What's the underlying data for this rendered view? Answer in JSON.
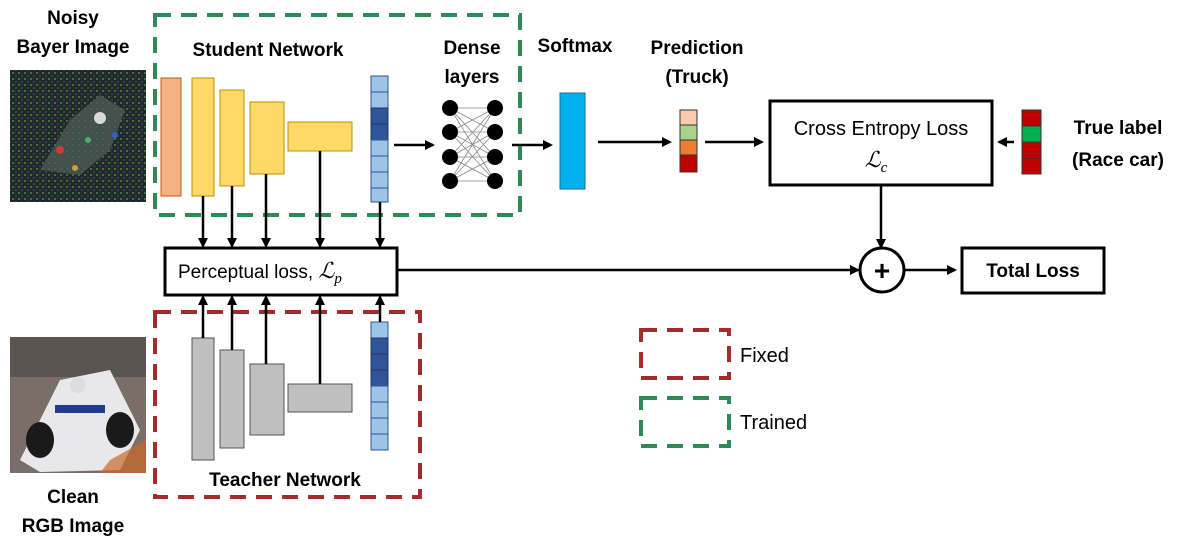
{
  "labels": {
    "noisy_line1": "Noisy",
    "noisy_line2": "Bayer Image",
    "clean_line1": "Clean",
    "clean_line2": "RGB Image",
    "student_network": "Student Network",
    "teacher_network": "Teacher Network",
    "dense_line1": "Dense",
    "dense_line2": "layers",
    "softmax": "Softmax",
    "prediction_line1": "Prediction",
    "prediction_line2": "(Truck)",
    "true_label_line1": "True label",
    "true_label_line2": "(Race car)",
    "cross_entropy": "Cross Entropy Loss",
    "ce_symbol": "ℒ",
    "ce_subscript": "c",
    "perceptual": "Perceptual loss, ",
    "p_symbol": "ℒ",
    "p_subscript": "p",
    "plus_symbol": "+",
    "total_loss": "Total Loss"
  },
  "legend": {
    "fixed": "Fixed",
    "trained": "Trained"
  },
  "colors": {
    "student_border": "#2e8b57",
    "teacher_border": "#a52a2a",
    "student_first_layer": "#f4b183",
    "student_layers": "#ffd966",
    "teacher_layers": "#bfbfbf",
    "softmax_bar": "#00b0f0",
    "feature_light": "#9dc3e6",
    "feature_dark": "#2f5597"
  },
  "icons": {
    "noisy_image": "noisy-bayer-car-image",
    "clean_image": "race-car-image",
    "plus": "sum-circle-icon"
  }
}
